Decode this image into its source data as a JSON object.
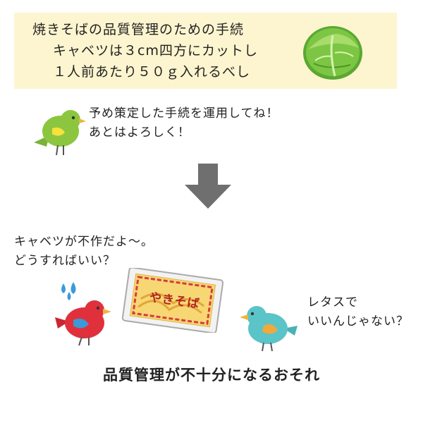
{
  "procedure": {
    "line1": "焼きそばの品質管理のための手続",
    "line2": "キャベツは３cm四方にカットし",
    "line3": "１人前あたり５０ｇ入れるべし"
  },
  "manager_speech": {
    "line1": "予め策定した手続を運用してね！",
    "line2": "あとはよろしく！"
  },
  "worker_speech": {
    "line1": "キャベツが不作だよ〜。",
    "line2": "どうすればいい？"
  },
  "package": {
    "label": "やきそば"
  },
  "coworker_speech": {
    "line1": "レタスで",
    "line2": "いいんじゃない？"
  },
  "conclusion": "品質管理が不十分になるおそれ",
  "colors": {
    "box_bg": "#fdf5cf",
    "arrow": "#6f6f6f",
    "green_bird": "#8cc63f",
    "red_bird": "#e0303c",
    "teal_bird": "#5bc4c8",
    "cabbage": "#7cc644"
  }
}
